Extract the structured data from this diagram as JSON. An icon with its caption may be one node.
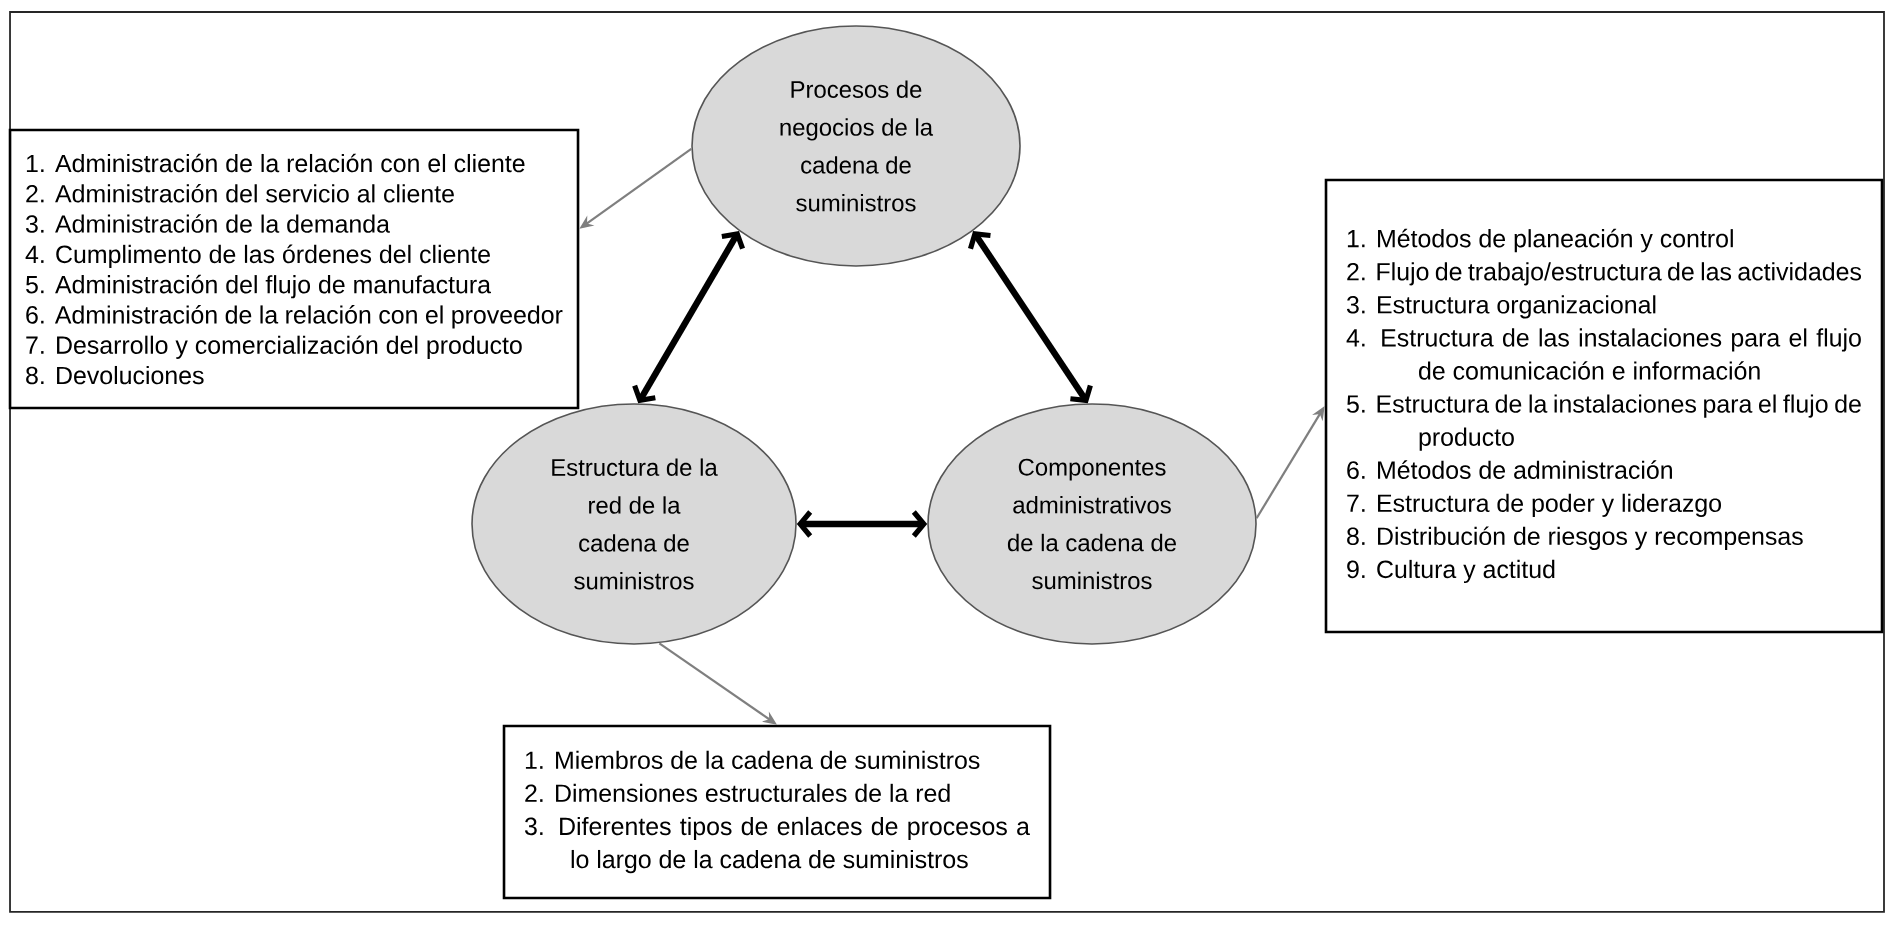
{
  "diagram": {
    "nodes": [
      {
        "text": [
          "Procesos de negocios de la cadena de suministros"
        ]
      },
      {
        "text": [
          "1. Administración de la relación con el cliente",
          "2. Administración del servicio al cliente",
          "3. Administración de la demanda",
          "4. Cumplimento de las órdenes del cliente",
          "5. Administración del flujo de manufactura",
          "6. Administración de la relación con el proveedor",
          "7. Desarrollo y comercialización del producto",
          "8. Devoluciones"
        ]
      },
      {
        "text": [
          "1. Métodos de planeación y control",
          "2. Flujo de trabajo/estructura de las actividades",
          "3. Estructura organizacional",
          "4. Estructura de las instalaciones para el flujo de comunicación e información",
          "5. Estructura de la instalaciones para el flujo de producto",
          "6. Métodos de administración",
          "7. Estructura de poder y liderazgo",
          "8. Distribución de riesgos y recompensas",
          "9. Cultura y actitud"
        ]
      },
      {
        "text": [
          "Estructura de la red de la cadena de suministros"
        ]
      },
      {
        "text": [
          "Componentes administrativos de la cadena de suministros"
        ]
      },
      {
        "text": [
          "1. Miembros de la cadena de suministros",
          "2. Dimensiones estructurales de la red",
          "3. Diferentes tipos de enlaces de procesos a lo largo de la cadena de suministros"
        ]
      }
    ],
    "edges": [
      {
        "from": 0,
        "to": 1,
        "arrow": "to",
        "color": "#7f7f7f"
      },
      {
        "from": 0,
        "to": 3,
        "arrow": "both",
        "style": "thick",
        "color": "#000000"
      },
      {
        "from": 0,
        "to": 4,
        "arrow": "both",
        "style": "thick",
        "color": "#000000"
      },
      {
        "from": 3,
        "to": 4,
        "arrow": "both",
        "style": "thick",
        "color": "#000000"
      },
      {
        "from": 4,
        "to": 2,
        "arrow": "to",
        "color": "#7f7f7f"
      },
      {
        "from": 3,
        "to": 5,
        "arrow": "to",
        "color": "#7f7f7f"
      }
    ]
  }
}
